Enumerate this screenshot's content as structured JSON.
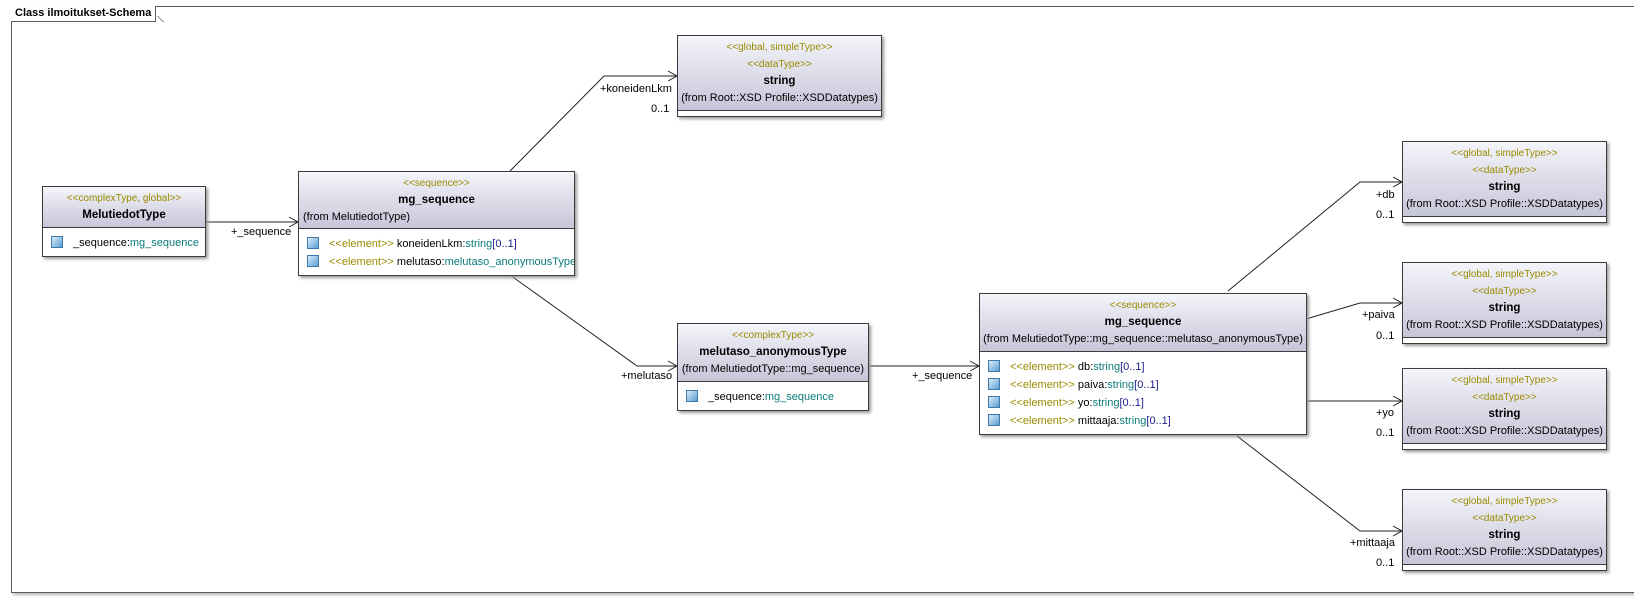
{
  "diagram": {
    "frame_title": "Class ilmoitukset-Schema",
    "classes": {
      "melutiedot": {
        "stereotype": "<<complexType, global>>",
        "name": "MelutiedotType",
        "attribute": {
          "name": "_sequence:",
          "type": "mg_sequence"
        }
      },
      "mg_seq1": {
        "stereotype": "<<sequence>>",
        "name": "mg_sequence",
        "from": "(from MelutiedotType)",
        "elements": [
          {
            "st": "<<element>>",
            "name": " koneidenLkm:",
            "type": "string",
            "mult": "[0..1]"
          },
          {
            "st": "<<element>>",
            "name": " melutaso:",
            "type": "melutaso_anonymousType",
            "mult": ""
          }
        ]
      },
      "anon": {
        "stereotype": "<<complexType>>",
        "name": "melutaso_anonymousType",
        "from": "(from MelutiedotType::mg_sequence)",
        "attribute": {
          "name": "_sequence:",
          "type": "mg_sequence"
        }
      },
      "mg_seq2": {
        "stereotype": "<<sequence>>",
        "name": "mg_sequence",
        "from": "(from MelutiedotType::mg_sequence::melutaso_anonymousType)",
        "elements": [
          {
            "st": "<<element>>",
            "name": " db:",
            "type": "string",
            "mult": "[0..1]"
          },
          {
            "st": "<<element>>",
            "name": " paiva:",
            "type": "string",
            "mult": "[0..1]"
          },
          {
            "st": "<<element>>",
            "name": " yo:",
            "type": "string",
            "mult": "[0..1]"
          },
          {
            "st": "<<element>>",
            "name": " mittaaja:",
            "type": "string",
            "mult": "[0..1]"
          }
        ]
      },
      "string_types": [
        {
          "stereotype1": "<<global, simpleType>>",
          "stereotype2": "<<dataType>>",
          "name": "string",
          "from": "(from Root::XSD Profile::XSDDatatypes)"
        },
        {
          "stereotype1": "<<global, simpleType>>",
          "stereotype2": "<<dataType>>",
          "name": "string",
          "from": "(from Root::XSD Profile::XSDDatatypes)"
        },
        {
          "stereotype1": "<<global, simpleType>>",
          "stereotype2": "<<dataType>>",
          "name": "string",
          "from": "(from Root::XSD Profile::XSDDatatypes)"
        },
        {
          "stereotype1": "<<global, simpleType>>",
          "stereotype2": "<<dataType>>",
          "name": "string",
          "from": "(from Root::XSD Profile::XSDDatatypes)"
        },
        {
          "stereotype1": "<<global, simpleType>>",
          "stereotype2": "<<dataType>>",
          "name": "string",
          "from": "(from Root::XSD Profile::XSDDatatypes)"
        }
      ]
    },
    "labels": {
      "seq1": "+_sequence",
      "koneiden": "+koneidenLkm",
      "koneiden_mult": "0..1",
      "melutaso": "+melutaso",
      "seq2": "+_sequence",
      "db": "+db",
      "db_mult": "0..1",
      "paiva": "+paiva",
      "paiva_mult": "0..1",
      "yo": "+yo",
      "yo_mult": "0..1",
      "mittaaja": "+mittaaja",
      "mittaaja_mult": "0..1"
    }
  }
}
